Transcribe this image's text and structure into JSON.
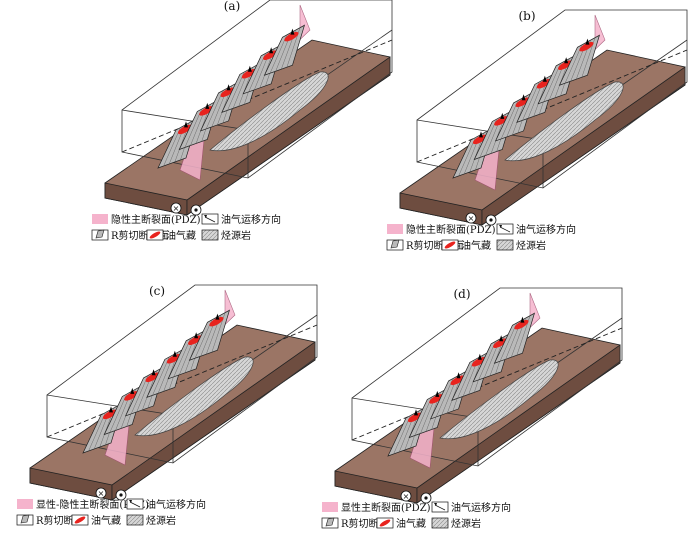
{
  "panels": [
    {
      "label": "(a)",
      "legend": [
        {
          "symbol": "pdz",
          "text": "隐性主断裂面(PDZ)"
        },
        {
          "symbol": "migration",
          "text": "油气运移方向"
        },
        {
          "symbol": "rshear",
          "text": "R剪切断裂面"
        },
        {
          "symbol": "reservoir",
          "text": "油气藏"
        },
        {
          "symbol": "source",
          "text": "烃源岩"
        }
      ]
    },
    {
      "label": "(b)",
      "legend": [
        {
          "symbol": "pdz",
          "text": "隐性主断裂面(PDZ)"
        },
        {
          "symbol": "migration",
          "text": "油气运移方向"
        },
        {
          "symbol": "rshear",
          "text": "R剪切断裂面"
        },
        {
          "symbol": "reservoir",
          "text": "油气藏"
        },
        {
          "symbol": "source",
          "text": "烃源岩"
        }
      ]
    },
    {
      "label": "(c)",
      "legend": [
        {
          "symbol": "pdz",
          "text": "显性-隐性主断裂面(PDZ)"
        },
        {
          "symbol": "migration",
          "text": "油气运移方向"
        },
        {
          "symbol": "rshear",
          "text": "R剪切断面"
        },
        {
          "symbol": "reservoir",
          "text": "油气藏"
        },
        {
          "symbol": "source",
          "text": "烃源岩"
        }
      ]
    },
    {
      "label": "(d)",
      "legend": [
        {
          "symbol": "pdz",
          "text": "显性主断裂面(PDZ)"
        },
        {
          "symbol": "migration",
          "text": "油气运移方向"
        },
        {
          "symbol": "rshear",
          "text": "R剪切断面"
        },
        {
          "symbol": "reservoir",
          "text": "油气藏"
        },
        {
          "symbol": "source",
          "text": "烃源岩"
        }
      ]
    }
  ],
  "colors": {
    "pdz": "#f5b3cc",
    "reservoir": "#e8231e",
    "rshear": "#b9b9b9",
    "source": "#d6d6d6",
    "basement": "#9b7565",
    "basement_dark": "#6e4d40"
  }
}
